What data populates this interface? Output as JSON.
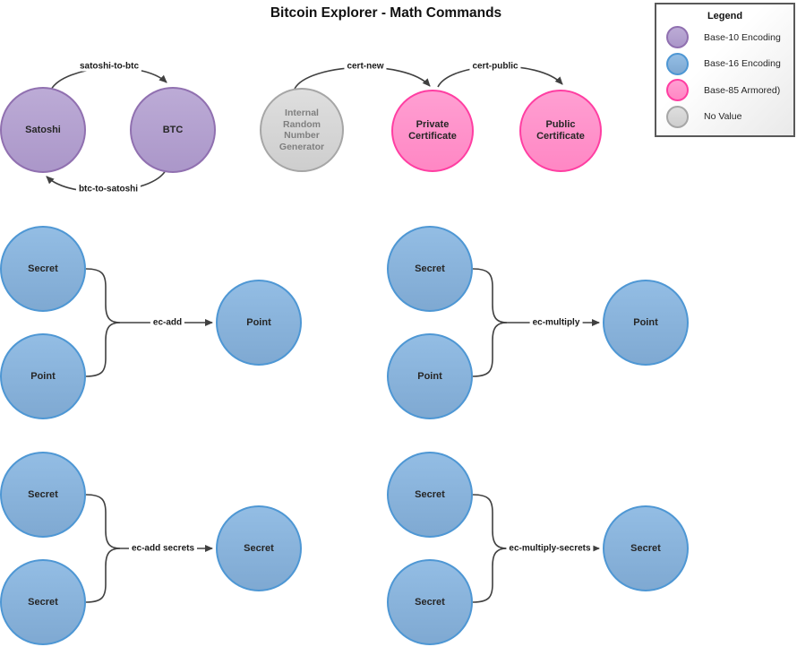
{
  "title": "Bitcoin Explorer - Math Commands",
  "colors": {
    "purple_fill": "#b2a0ce",
    "purple_border": "#9070b0",
    "blue_fill": "#88b3da",
    "blue_border": "#4e97d4",
    "pink_fill": "#ff93cb",
    "pink_border": "#ff3ea2",
    "gray_fill": "#d6d6d6",
    "gray_border": "#a6a6a6",
    "wire": "#404040"
  },
  "legend": {
    "title": "Legend",
    "items": [
      {
        "label": "Base-10 Encoding",
        "fill": "#b2a0ce",
        "border": "#9070b0"
      },
      {
        "label": "Base-16 Encoding",
        "fill": "#88b3da",
        "border": "#4e97d4"
      },
      {
        "label": "Base-85 Armored)",
        "fill": "#ff93cb",
        "border": "#ff3ea2"
      },
      {
        "label": "No Value",
        "fill": "#d6d6d6",
        "border": "#a6a6a6"
      }
    ]
  },
  "nodes": {
    "satoshi": "Satoshi",
    "btc": "BTC",
    "irng_lines": [
      "Internal",
      "Random",
      "Number",
      "Generator"
    ],
    "private_cert_lines": [
      "Private",
      "Certificate"
    ],
    "public_cert_lines": [
      "Public",
      "Certificate"
    ],
    "ec_add_input_1": "Secret",
    "ec_add_input_2": "Point",
    "ec_add_output": "Point",
    "ec_multiply_input_1": "Secret",
    "ec_multiply_input_2": "Point",
    "ec_multiply_output": "Point",
    "ec_add_secrets_input_1": "Secret",
    "ec_add_secrets_input_2": "Secret",
    "ec_add_secrets_output": "Secret",
    "ec_multiply_secrets_input_1": "Secret",
    "ec_multiply_secrets_input_2": "Secret",
    "ec_multiply_secrets_output": "Secret"
  },
  "edges": {
    "satoshi_to_btc": "satoshi-to-btc",
    "btc_to_satoshi": "btc-to-satoshi",
    "cert_new": "cert-new",
    "cert_public": "cert-public",
    "ec_add": "ec-add",
    "ec_multiply": "ec-multiply",
    "ec_add_secrets": "ec-add secrets",
    "ec_multiply_secrets": "ec-multiply-secrets"
  }
}
